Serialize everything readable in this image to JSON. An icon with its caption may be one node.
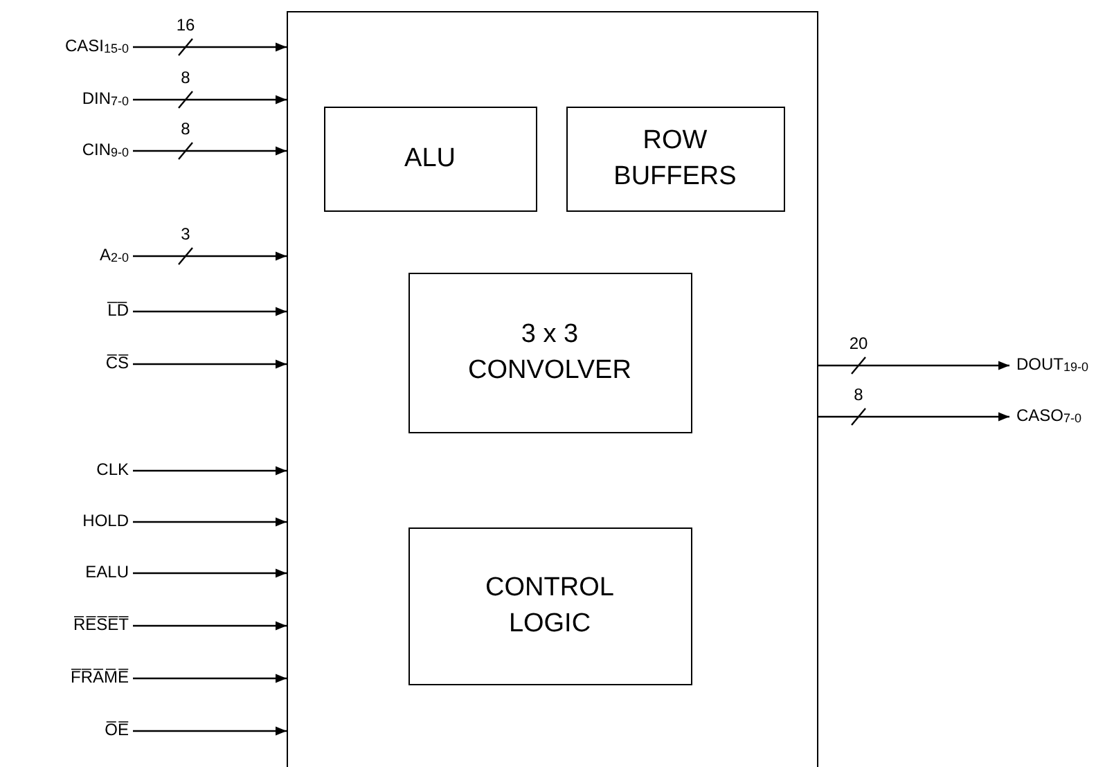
{
  "diagram": {
    "nodes": [
      {
        "text": [],
        "shape": "box"
      },
      {
        "text": [
          "ALU"
        ],
        "in": 0
      },
      {
        "text": [
          "ROW BUFFERS"
        ],
        "in": 0
      },
      {
        "text": [
          "3 x 3 CONVOLVER"
        ],
        "in": 0
      },
      {
        "text": [
          "CONTROL LOGIC"
        ],
        "in": 0
      },
      {
        "text": [
          "CASI$_{15-0}$"
        ]
      },
      {
        "text": [
          "DIN$_{7-0}$"
        ]
      },
      {
        "text": [
          "CIN$_{9-0}$"
        ]
      },
      {
        "text": [
          "A$_{2-0}$"
        ]
      },
      {
        "text": [
          "L̅D̅"
        ]
      },
      {
        "text": [
          "C̅S̅"
        ]
      },
      {
        "text": [
          "CLK"
        ]
      },
      {
        "text": [
          "HOLD"
        ]
      },
      {
        "text": [
          "EALU"
        ]
      },
      {
        "text": [
          "R̅E̅S̅E̅T̅"
        ]
      },
      {
        "text": [
          "F̅R̅A̅M̅E̅"
        ]
      },
      {
        "text": [
          "O̅E̅"
        ]
      },
      {
        "text": [
          "DOUT$_{19-0}$"
        ]
      },
      {
        "text": [
          "CASO$_{7-0}$"
        ]
      }
    ],
    "edges": [
      {
        "from": 5,
        "to": 0,
        "arrow": "to",
        "label": "16"
      },
      {
        "from": 6,
        "to": 0,
        "arrow": "to",
        "label": "8"
      },
      {
        "from": 7,
        "to": 0,
        "arrow": "to",
        "label": "8"
      },
      {
        "from": 8,
        "to": 0,
        "arrow": "to",
        "label": "3"
      },
      {
        "from": 9,
        "to": 0,
        "arrow": "to"
      },
      {
        "from": 10,
        "to": 0,
        "arrow": "to"
      },
      {
        "from": 11,
        "to": 0,
        "arrow": "to"
      },
      {
        "from": 12,
        "to": 0,
        "arrow": "to"
      },
      {
        "from": 13,
        "to": 0,
        "arrow": "to"
      },
      {
        "from": 14,
        "to": 0,
        "arrow": "to"
      },
      {
        "from": 15,
        "to": 0,
        "arrow": "to"
      },
      {
        "from": 16,
        "to": 0,
        "arrow": "to"
      },
      {
        "from": 0,
        "to": 17,
        "arrow": "to",
        "label": "20"
      },
      {
        "from": 0,
        "to": 18,
        "arrow": "to",
        "label": "8"
      }
    ]
  }
}
